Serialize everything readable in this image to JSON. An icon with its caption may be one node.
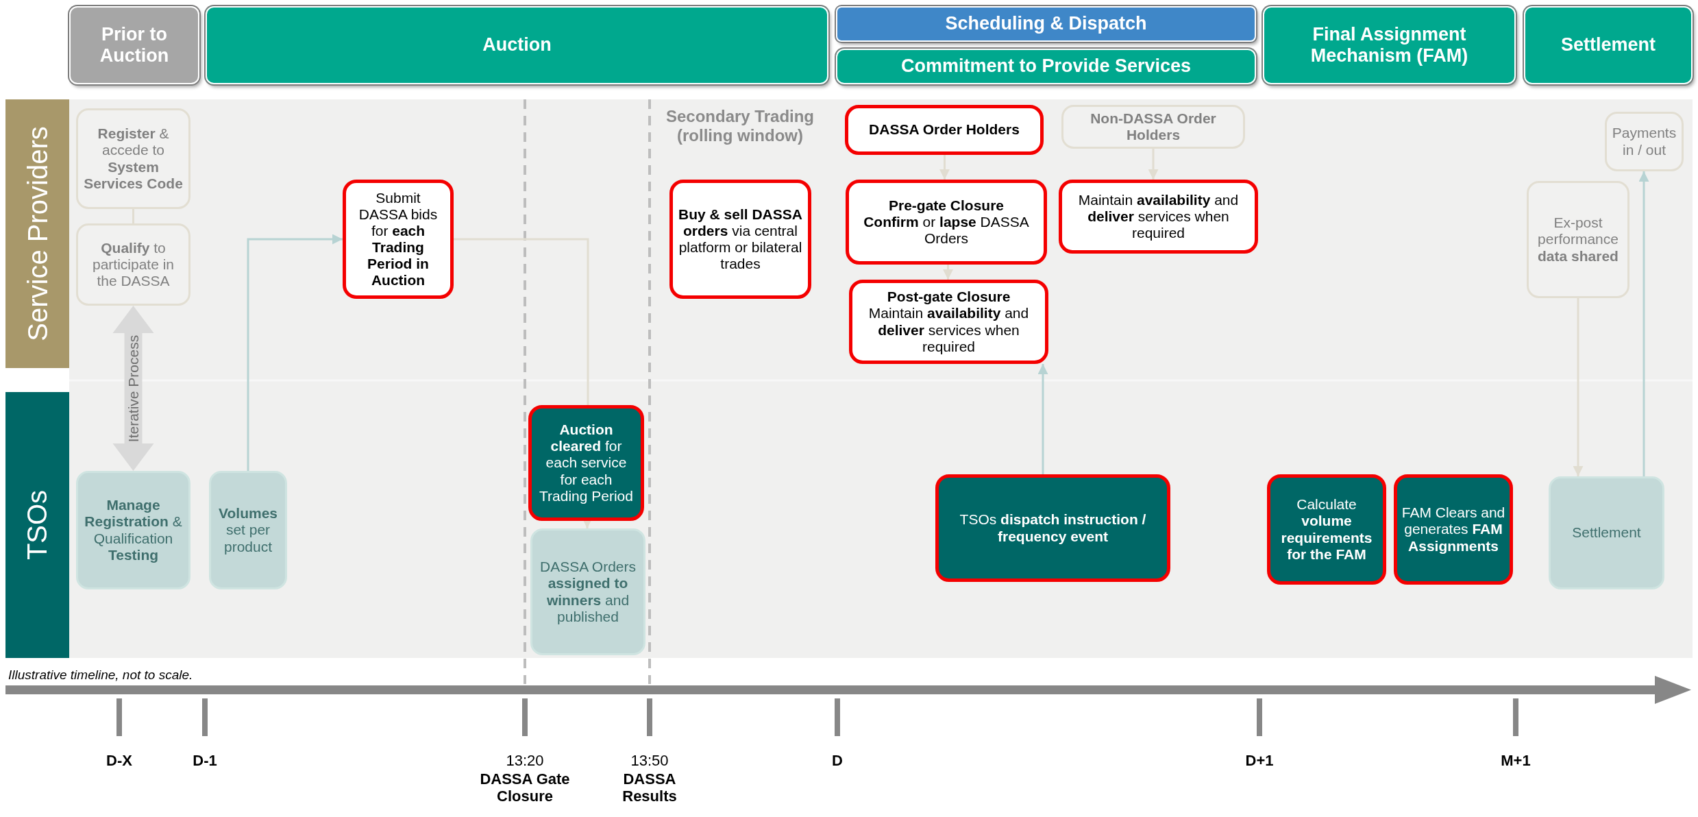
{
  "diagram": {
    "nodes": [
      {
        "text": [
          "Prior to Auction"
        ]
      },
      {
        "text": [
          "Auction"
        ]
      },
      {
        "text": [
          "Scheduling & Dispatch"
        ]
      },
      {
        "text": [
          "Commitment to Provide Services"
        ]
      },
      {
        "text": [
          "Final Assignment Mechanism (FAM)"
        ]
      },
      {
        "text": [
          "Settlement"
        ]
      },
      {
        "text": [
          "Service Providers"
        ]
      },
      {
        "text": [
          "TSOs"
        ]
      },
      {
        "text": [
          "**Register** & accede to **System Services Code**"
        ]
      },
      {
        "text": [
          "**Qualify** to participate in the DASSA"
        ]
      },
      {
        "text": [
          "**Manage Registration** & Qualification **Testing**"
        ]
      },
      {
        "text": [
          "**Volumes** set per product"
        ]
      },
      {
        "text": [
          "Submit DASSA bids for **each Trading Period in Auction**"
        ]
      },
      {
        "text": [
          "**Auction cleared** for each service for each Trading Period"
        ]
      },
      {
        "text": [
          "DASSA Orders **assigned to winners** and published"
        ]
      },
      {
        "text": [
          "**Buy & sell DASSA orders** via central platform or bilateral trades"
        ]
      },
      {
        "text": [
          "DASSA Order Holders"
        ]
      },
      {
        "text": [
          "Pre-gate Closure",
          "**Confirm** or **lapse** DASSA Orders"
        ]
      },
      {
        "text": [
          "Post-gate Closure",
          "Maintain **availability** and **deliver** services when required"
        ]
      },
      {
        "text": [
          "Non-DASSA Order Holders"
        ]
      },
      {
        "text": [
          "Maintain **availability** and **deliver** services when required"
        ]
      },
      {
        "text": [
          "TSOs **dispatch instruction / frequency event**"
        ]
      },
      {
        "text": [
          "Calculate **volume requirements for the FAM**"
        ]
      },
      {
        "text": [
          "FAM Clears and generates **FAM Assignments**"
        ]
      },
      {
        "text": [
          "Payments in / out"
        ]
      },
      {
        "text": [
          "Ex-post performance **data shared**"
        ]
      },
      {
        "text": [
          "Settlement"
        ]
      }
    ],
    "edges": [
      {
        "from": 8,
        "to": 9,
        "arrow": "none"
      },
      {
        "from": 9,
        "to": 10,
        "arrow": "both",
        "style": "thick",
        "color": "#d9d9d9",
        "label": "Iterative Process"
      },
      {
        "from": 11,
        "to": 12,
        "arrow": "to",
        "color": "#b7d3d3"
      },
      {
        "from": 12,
        "to": 13,
        "arrow": "none"
      },
      {
        "from": 13,
        "to": 14,
        "arrow": "to"
      },
      {
        "from": 16,
        "to": 17,
        "arrow": "to"
      },
      {
        "from": 17,
        "to": 18,
        "arrow": "to"
      },
      {
        "from": 19,
        "to": 20,
        "arrow": "to"
      },
      {
        "from": 21,
        "to": 18,
        "arrow": "to",
        "color": "#b7d3d3"
      },
      {
        "from": 25,
        "to": 26,
        "arrow": "to"
      },
      {
        "from": 26,
        "to": 24,
        "arrow": "to",
        "color": "#b7d3d3"
      }
    ],
    "labels": [
      "Secondary Trading (rolling window)",
      "Illustrative timeline, not to scale.",
      "D-X",
      "D-1",
      "13:20",
      "DASSA Gate Closure",
      "13:50",
      "DASSA Results",
      "D",
      "D+1",
      "M+1"
    ]
  }
}
